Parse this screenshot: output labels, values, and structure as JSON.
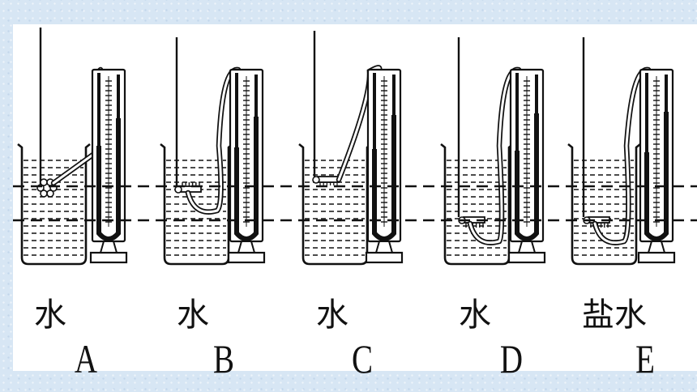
{
  "setups": [
    {
      "id": "A",
      "liquid": "水"
    },
    {
      "id": "B",
      "liquid": "水"
    },
    {
      "id": "C",
      "liquid": "水"
    },
    {
      "id": "D",
      "liquid": "水"
    },
    {
      "id": "E",
      "liquid": "盐水"
    }
  ]
}
